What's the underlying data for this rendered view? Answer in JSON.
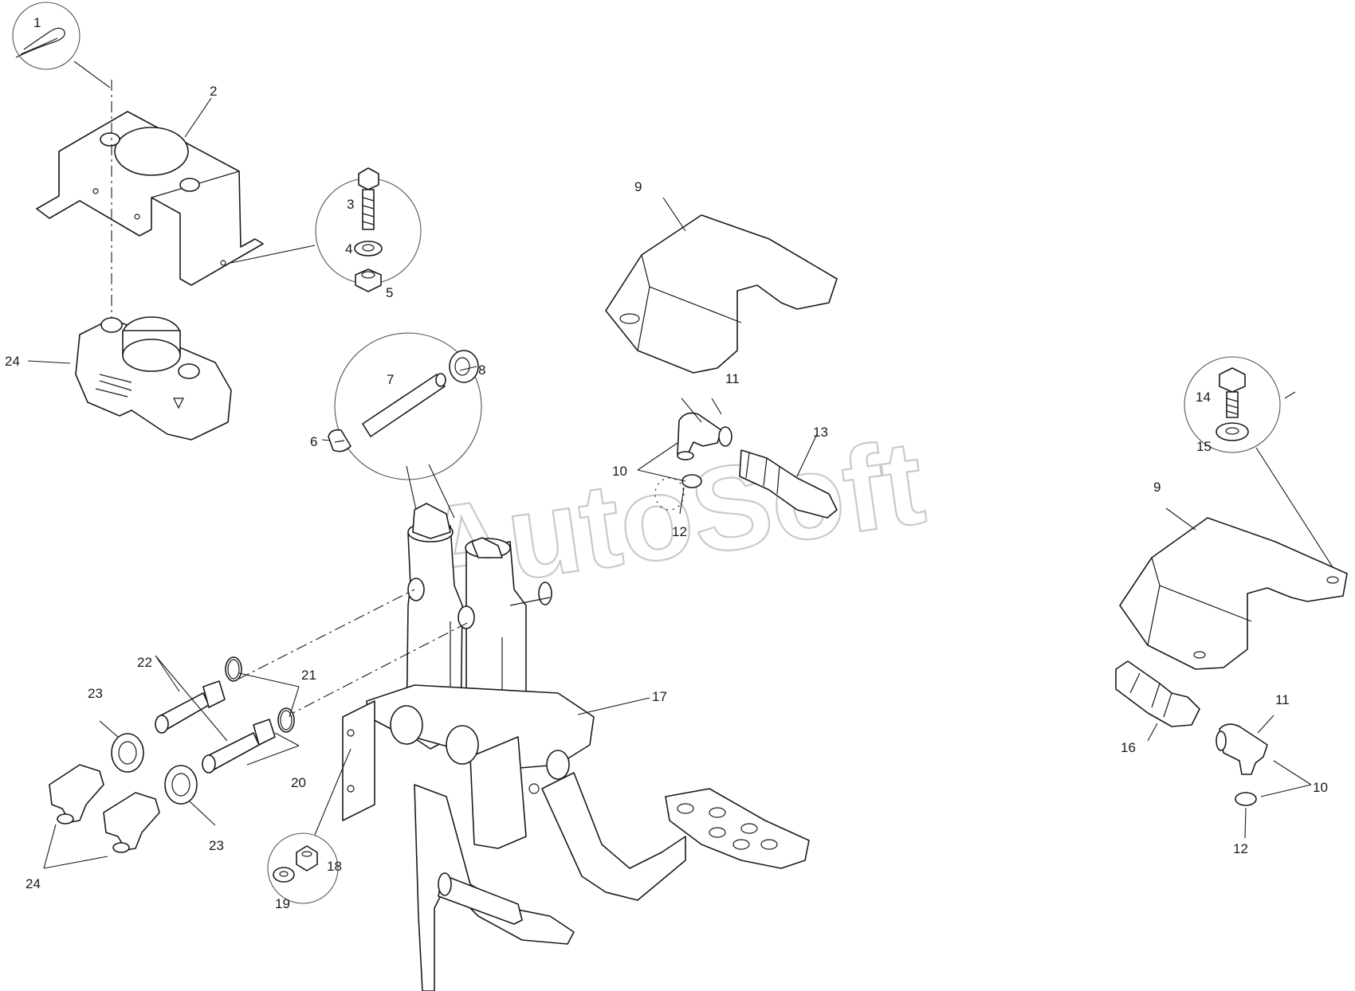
{
  "watermark": "AutoSoft",
  "callouts": {
    "c1": "1",
    "c2": "2",
    "c3": "3",
    "c4": "4",
    "c5": "5",
    "c6": "6",
    "c7": "7",
    "c8": "8",
    "c9a": "9",
    "c9b": "9",
    "c10a": "10",
    "c10b": "10",
    "c11a": "11",
    "c11b": "11",
    "c12a": "12",
    "c12b": "12",
    "c13": "13",
    "c14": "14",
    "c15": "15",
    "c16": "16",
    "c17": "17",
    "c18": "18",
    "c19": "19",
    "c20": "20",
    "c21": "21",
    "c22": "22",
    "c23a": "23",
    "c23b": "23",
    "c24a": "24",
    "c24b": "24"
  },
  "colors": {
    "line": "#1a1a1a",
    "watermark": "#c9c9c9",
    "background": "#ffffff"
  }
}
